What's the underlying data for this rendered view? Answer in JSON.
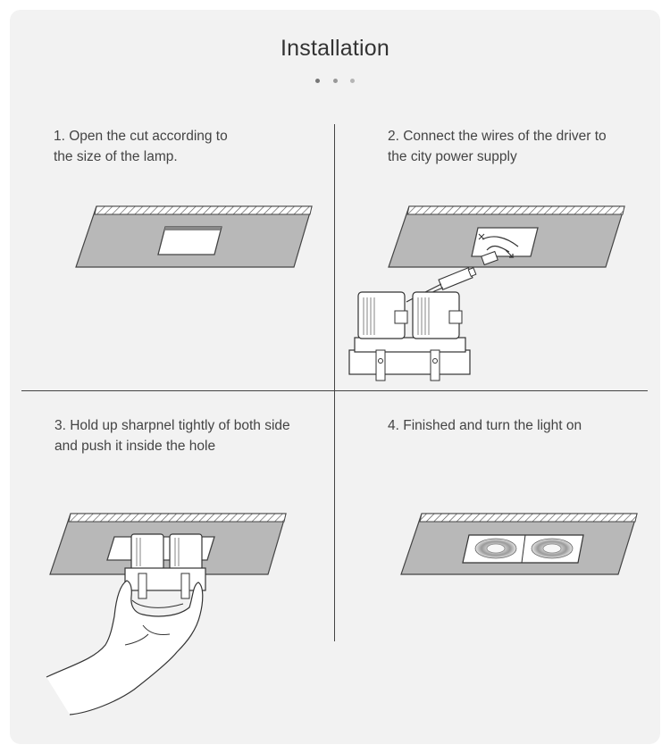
{
  "title": "Installation",
  "pager": {
    "dot_colors": [
      "#777777",
      "#999999",
      "#b5b5b5"
    ]
  },
  "colors": {
    "card_bg": "#f2f2f2",
    "ceiling": "#b8b8b8",
    "line": "#444444",
    "text": "#444444"
  },
  "steps": [
    {
      "line1": "1. Open the cut according to",
      "line2": "the size of the lamp."
    },
    {
      "line1": "2. Connect the wires of the driver to",
      "line2": "the city power supply"
    },
    {
      "line1": "3. Hold up sharpnel tightly of both side",
      "line2": "and push it inside the hole"
    },
    {
      "line1": "4. Finished and turn the light on",
      "line2": ""
    }
  ]
}
